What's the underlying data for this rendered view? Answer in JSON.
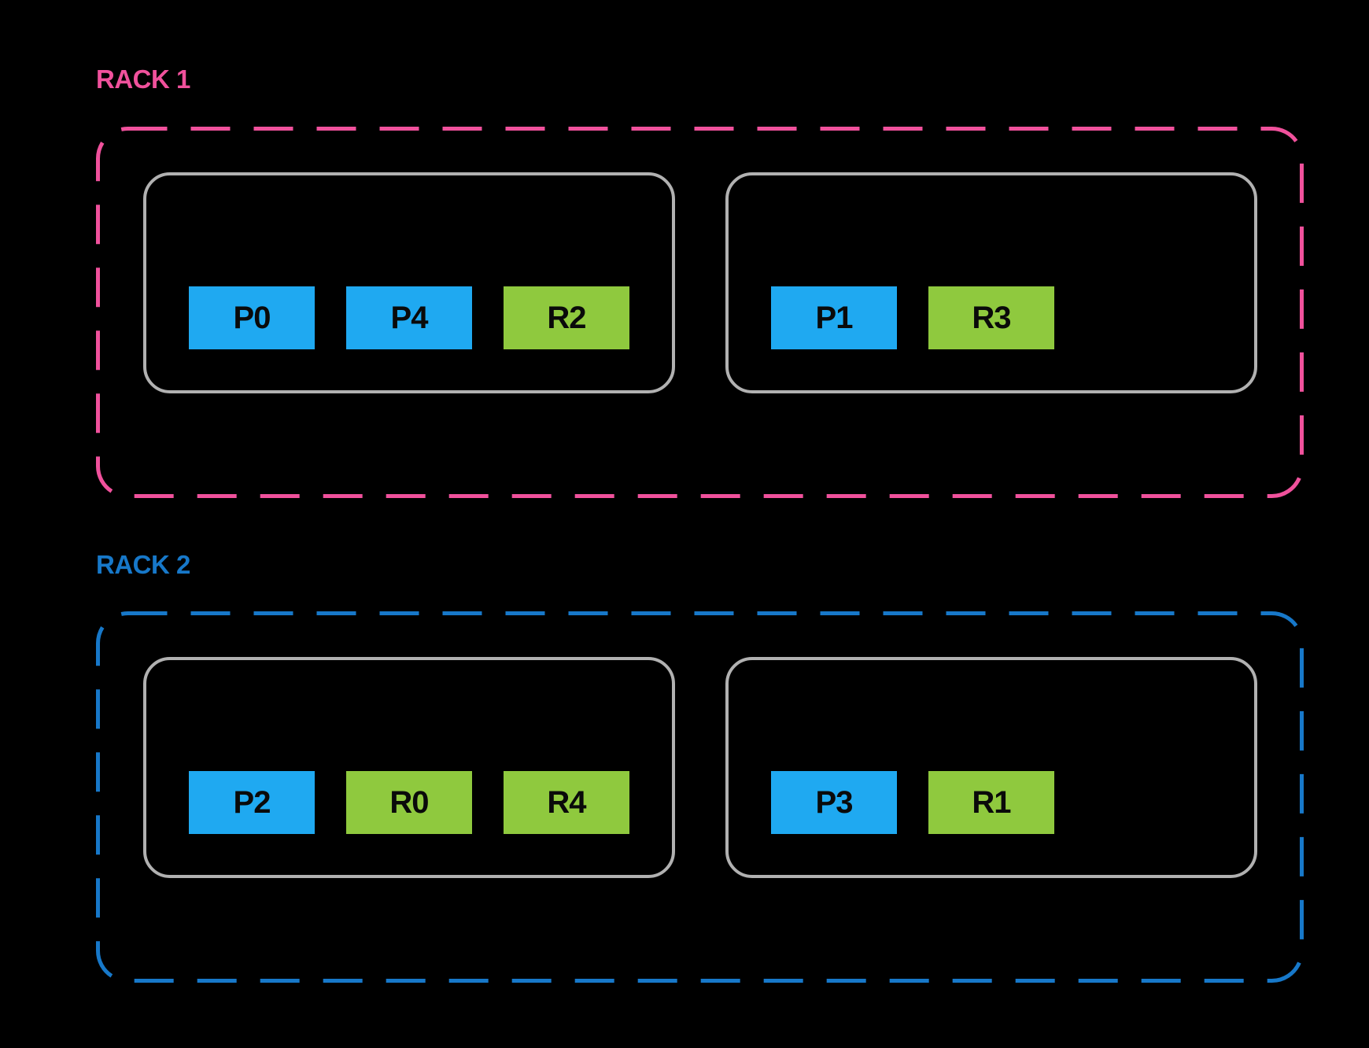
{
  "page": {
    "background": "#000000"
  },
  "colors": {
    "primary_chip": "#1FA9F1",
    "replica_chip": "#8FC93E",
    "host_border": "#B1B1B1",
    "chip_text": "#0A0A0A"
  },
  "racks": [
    {
      "label": "RACK 1",
      "accent_color": "#F0519C",
      "hosts": [
        {
          "chips": [
            {
              "label": "P0",
              "role": "primary"
            },
            {
              "label": "P4",
              "role": "primary"
            },
            {
              "label": "R2",
              "role": "replica"
            }
          ]
        },
        {
          "chips": [
            {
              "label": "P1",
              "role": "primary"
            },
            {
              "label": "R3",
              "role": "replica"
            }
          ]
        }
      ]
    },
    {
      "label": "RACK 2",
      "accent_color": "#1778C9",
      "hosts": [
        {
          "chips": [
            {
              "label": "P2",
              "role": "primary"
            },
            {
              "label": "R0",
              "role": "replica"
            },
            {
              "label": "R4",
              "role": "replica"
            }
          ]
        },
        {
          "chips": [
            {
              "label": "P3",
              "role": "primary"
            },
            {
              "label": "R1",
              "role": "replica"
            }
          ]
        }
      ]
    }
  ]
}
